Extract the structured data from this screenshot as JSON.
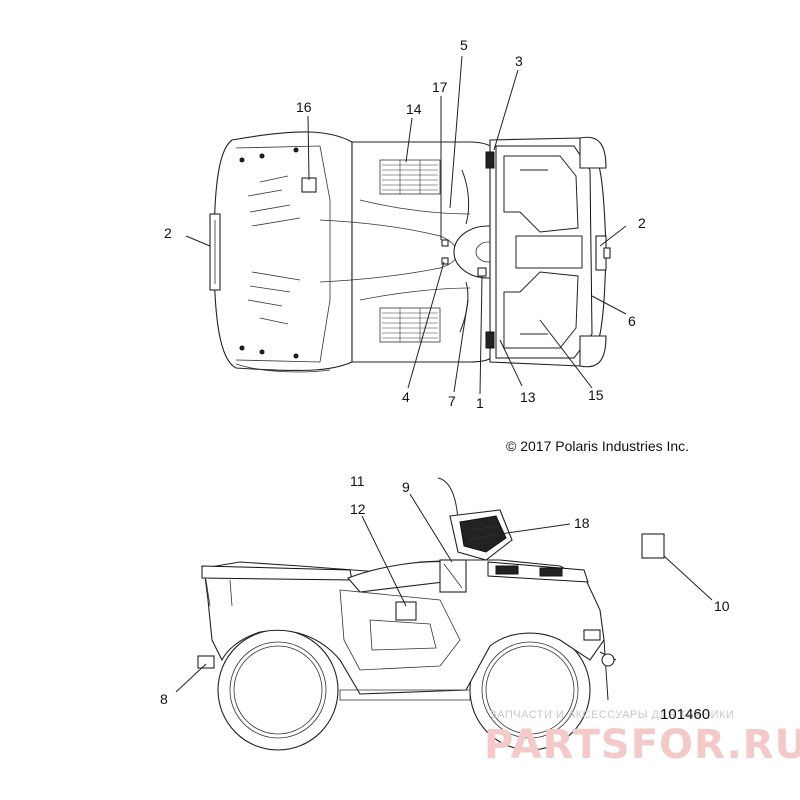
{
  "copyright": "© 2017 Polaris Industries Inc.",
  "reference_number": "101460",
  "watermark": {
    "line1": "ЗАПЧАСТИ И АКСЕССУАРЫ ДЛЯ ТЕХНИКИ",
    "line2": "PARTSFOR.RU"
  },
  "top_view_callouts": [
    {
      "id": "c16",
      "label": "16"
    },
    {
      "id": "c14",
      "label": "14"
    },
    {
      "id": "c17",
      "label": "17"
    },
    {
      "id": "c5",
      "label": "5"
    },
    {
      "id": "c3",
      "label": "3"
    },
    {
      "id": "c2-left",
      "label": "2"
    },
    {
      "id": "c2-right",
      "label": "2"
    },
    {
      "id": "c6",
      "label": "6"
    },
    {
      "id": "c4",
      "label": "4"
    },
    {
      "id": "c7",
      "label": "7"
    },
    {
      "id": "c1",
      "label": "1"
    },
    {
      "id": "c13",
      "label": "13"
    },
    {
      "id": "c15",
      "label": "15"
    }
  ],
  "side_view_callouts": [
    {
      "id": "c11",
      "label": "11"
    },
    {
      "id": "c9",
      "label": "9"
    },
    {
      "id": "c12",
      "label": "12"
    },
    {
      "id": "c18",
      "label": "18"
    },
    {
      "id": "c10",
      "label": "10"
    },
    {
      "id": "c8",
      "label": "8"
    }
  ]
}
